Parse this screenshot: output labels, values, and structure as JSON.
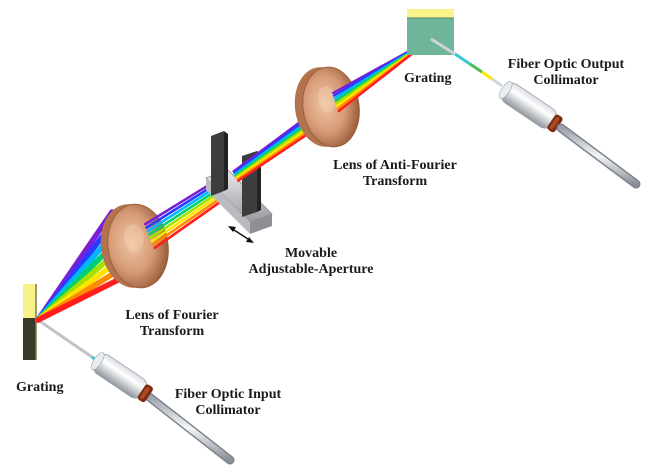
{
  "labels": {
    "grating_output": "Grating",
    "fiber_output_line1": "Fiber Optic Output",
    "fiber_output_line2": "Collimator",
    "anti_fourier_line1": "Lens of Anti-Fourier",
    "anti_fourier_line2": "Transform",
    "aperture_line1": "Movable",
    "aperture_line2": "Adjustable-Aperture",
    "fourier_line1": "Lens of Fourier",
    "fourier_line2": "Transform",
    "grating_input": "Grating",
    "fiber_input_line1": "Fiber Optic Input",
    "fiber_input_line2": "Collimator"
  },
  "colors": {
    "spectrum": [
      "#7a1fd6",
      "#2a3bff",
      "#00b7ff",
      "#00d070",
      "#a6e000",
      "#ffe600",
      "#ff8c00",
      "#ff1e1e"
    ],
    "lens": "#d69b76",
    "grating_yellow": "#f7f28a",
    "grating_dark": "#3a3a2a",
    "grating_green": "#6fb59a",
    "aperture": "#3d3d3d",
    "collimator_cap": "#7a2a10"
  }
}
